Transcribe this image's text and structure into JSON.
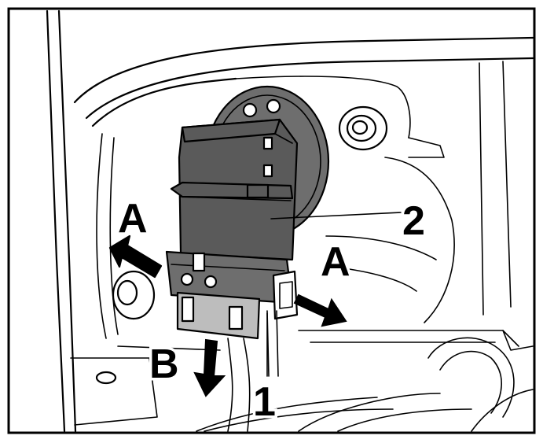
{
  "labels": {
    "arrow_a_left": "A",
    "arrow_a_right": "A",
    "arrow_b": "B",
    "callout_1": "1",
    "callout_2": "2"
  },
  "colors": {
    "ink": "#000000",
    "background": "#ffffff",
    "relay_body": "#5a5a5a",
    "socket_housing": "#6e6e6e",
    "connector_tab": "#bdbdbd"
  }
}
